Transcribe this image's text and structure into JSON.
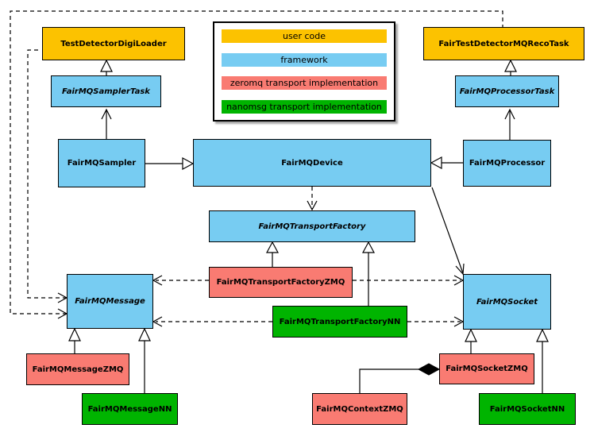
{
  "colors": {
    "user_code": "#FCC200",
    "framework": "#77CCF2",
    "zeromq": "#F97B72",
    "nanomsg": "#00B400"
  },
  "legend": {
    "items": [
      {
        "label": "user code",
        "color": "#FCC200"
      },
      {
        "label": "framework",
        "color": "#77CCF2"
      },
      {
        "label": "zeromq transport implementation",
        "color": "#F97B72"
      },
      {
        "label": "nanomsg transport implementation",
        "color": "#00B400"
      }
    ]
  },
  "nodes": {
    "test_detector_digi_loader": {
      "label": "TestDetectorDigiLoader",
      "category": "user_code"
    },
    "fair_test_detector_mq_reco_task": {
      "label": "FairTestDetectorMQRecoTask",
      "category": "user_code"
    },
    "fairmq_sampler_task": {
      "label": "FairMQSamplerTask",
      "category": "framework",
      "abstract": true
    },
    "fairmq_processor_task": {
      "label": "FairMQProcessorTask",
      "category": "framework",
      "abstract": true
    },
    "fairmq_sampler": {
      "label": "FairMQSampler",
      "category": "framework"
    },
    "fairmq_device": {
      "label": "FairMQDevice",
      "category": "framework"
    },
    "fairmq_processor": {
      "label": "FairMQProcessor",
      "category": "framework"
    },
    "fairmq_transport_factory": {
      "label": "FairMQTransportFactory",
      "category": "framework",
      "abstract": true
    },
    "fairmq_transport_factory_zmq": {
      "label": "FairMQTransportFactoryZMQ",
      "category": "zeromq"
    },
    "fairmq_transport_factory_nn": {
      "label": "FairMQTransportFactoryNN",
      "category": "nanomsg"
    },
    "fairmq_message": {
      "label": "FairMQMessage",
      "category": "framework",
      "abstract": true
    },
    "fairmq_socket": {
      "label": "FairMQSocket",
      "category": "framework",
      "abstract": true
    },
    "fairmq_message_zmq": {
      "label": "FairMQMessageZMQ",
      "category": "zeromq"
    },
    "fairmq_message_nn": {
      "label": "FairMQMessageNN",
      "category": "nanomsg"
    },
    "fairmq_socket_zmq": {
      "label": "FairMQSocketZMQ",
      "category": "zeromq"
    },
    "fairmq_socket_nn": {
      "label": "FairMQSocketNN",
      "category": "nanomsg"
    },
    "fairmq_context_zmq": {
      "label": "FairMQContextZMQ",
      "category": "zeromq"
    }
  },
  "edges": [
    {
      "from": "FairMQSamplerTask",
      "to": "TestDetectorDigiLoader",
      "type": "hollow-triangle",
      "line": "solid"
    },
    {
      "from": "FairMQSampler",
      "to": "FairMQSamplerTask",
      "type": "open-arrow",
      "line": "solid"
    },
    {
      "from": "FairMQProcessorTask",
      "to": "FairTestDetectorMQRecoTask",
      "type": "hollow-triangle",
      "line": "solid"
    },
    {
      "from": "FairMQProcessor",
      "to": "FairMQProcessorTask",
      "type": "open-arrow",
      "line": "solid"
    },
    {
      "from": "FairMQSampler",
      "to": "FairMQDevice",
      "type": "hollow-triangle",
      "line": "solid"
    },
    {
      "from": "FairMQProcessor",
      "to": "FairMQDevice",
      "type": "hollow-triangle",
      "line": "solid"
    },
    {
      "from": "FairMQDevice",
      "to": "FairMQTransportFactory",
      "type": "open-arrow",
      "line": "dashed"
    },
    {
      "from": "FairMQDevice",
      "to": "FairMQSocket",
      "type": "open-arrow",
      "line": "solid"
    },
    {
      "from": "FairMQTransportFactoryZMQ",
      "to": "FairMQTransportFactory",
      "type": "hollow-triangle",
      "line": "solid"
    },
    {
      "from": "FairMQTransportFactoryNN",
      "to": "FairMQTransportFactory",
      "type": "hollow-triangle",
      "line": "solid"
    },
    {
      "from": "FairMQTransportFactoryZMQ",
      "to": "FairMQMessage",
      "type": "open-arrow",
      "line": "dashed"
    },
    {
      "from": "FairMQTransportFactoryZMQ",
      "to": "FairMQSocket",
      "type": "open-arrow",
      "line": "dashed"
    },
    {
      "from": "FairMQTransportFactoryNN",
      "to": "FairMQMessage",
      "type": "open-arrow",
      "line": "dashed"
    },
    {
      "from": "FairMQTransportFactoryNN",
      "to": "FairMQSocket",
      "type": "open-arrow",
      "line": "dashed"
    },
    {
      "from": "TestDetectorDigiLoader",
      "to": "FairMQMessage",
      "type": "open-arrow",
      "line": "dashed"
    },
    {
      "from": "FairTestDetectorMQRecoTask",
      "to": "FairMQMessage",
      "type": "open-arrow",
      "line": "dashed"
    },
    {
      "from": "FairMQMessageZMQ",
      "to": "FairMQMessage",
      "type": "hollow-triangle",
      "line": "solid"
    },
    {
      "from": "FairMQMessageNN",
      "to": "FairMQMessage",
      "type": "hollow-triangle",
      "line": "solid"
    },
    {
      "from": "FairMQSocketZMQ",
      "to": "FairMQSocket",
      "type": "hollow-triangle",
      "line": "solid"
    },
    {
      "from": "FairMQSocketNN",
      "to": "FairMQSocket",
      "type": "hollow-triangle",
      "line": "solid"
    },
    {
      "from": "FairMQContextZMQ",
      "to": "FairMQSocketZMQ",
      "type": "filled-diamond",
      "line": "solid"
    }
  ]
}
